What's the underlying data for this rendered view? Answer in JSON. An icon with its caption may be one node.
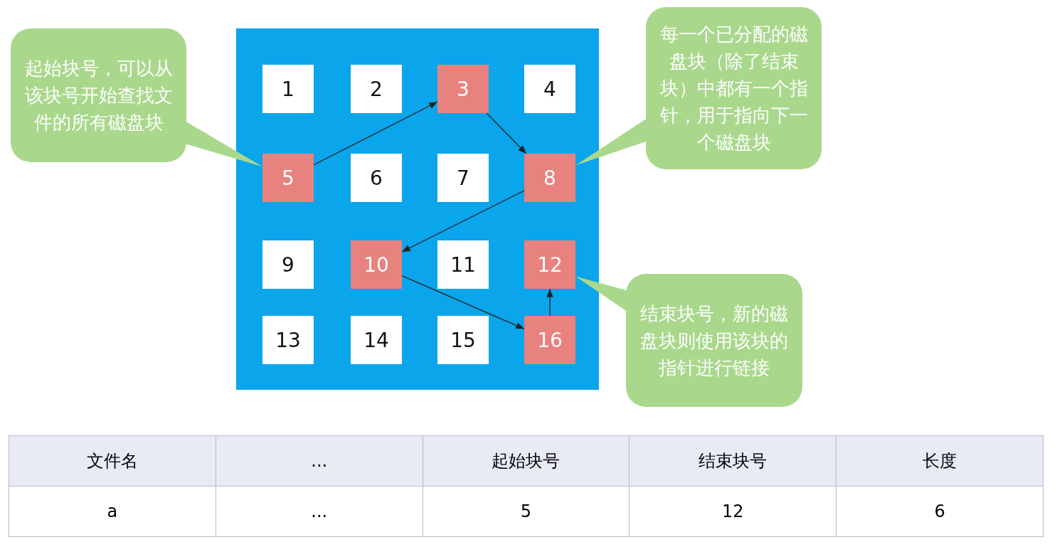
{
  "diagram": {
    "nodes": [
      {
        "text": [
          "起始块号，可以从该块号开始查找文件的所有磁盘块"
        ]
      },
      {
        "text": [],
        "shape": "box"
      },
      {
        "text": [
          "1"
        ],
        "in": 1
      },
      {
        "text": [
          "2"
        ],
        "in": 1
      },
      {
        "text": [
          "3"
        ],
        "in": 1
      },
      {
        "text": [
          "4"
        ],
        "in": 1
      },
      {
        "text": [
          "5"
        ],
        "in": 1
      },
      {
        "text": [
          "6"
        ],
        "in": 1
      },
      {
        "text": [
          "7"
        ],
        "in": 1
      },
      {
        "text": [
          "8"
        ],
        "in": 1
      },
      {
        "text": [
          "9"
        ],
        "in": 1
      },
      {
        "text": [
          "10"
        ],
        "in": 1
      },
      {
        "text": [
          "11"
        ],
        "in": 1
      },
      {
        "text": [
          "12"
        ],
        "in": 1
      },
      {
        "text": [
          "13"
        ],
        "in": 1
      },
      {
        "text": [
          "14"
        ],
        "in": 1
      },
      {
        "text": [
          "15"
        ],
        "in": 1
      },
      {
        "text": [
          "16"
        ],
        "in": 1
      },
      {
        "text": [
          "每一个已分配的磁盘块（除了结束块）中都有一个指针，用于指向下一个磁盘块"
        ]
      },
      {
        "text": [
          "结束块号，新的磁盘块则使用该块的指针进行链接"
        ]
      }
    ],
    "edges": [
      {
        "from": 6,
        "to": 4,
        "arrow": "to"
      },
      {
        "from": 4,
        "to": 9,
        "arrow": "to"
      },
      {
        "from": 9,
        "to": 11,
        "arrow": "to"
      },
      {
        "from": 11,
        "to": 17,
        "arrow": "to"
      },
      {
        "from": 17,
        "to": 13,
        "arrow": "to"
      },
      {
        "from": 0,
        "to": 6,
        "arrow": "none"
      },
      {
        "from": 18,
        "to": 9,
        "arrow": "none"
      },
      {
        "from": 19,
        "to": 13,
        "arrow": "none"
      }
    ],
    "labels": [
      "文件名",
      "...",
      "起始块号",
      "结束块号",
      "长度",
      "a",
      "...",
      "5",
      "12",
      "6"
    ]
  }
}
